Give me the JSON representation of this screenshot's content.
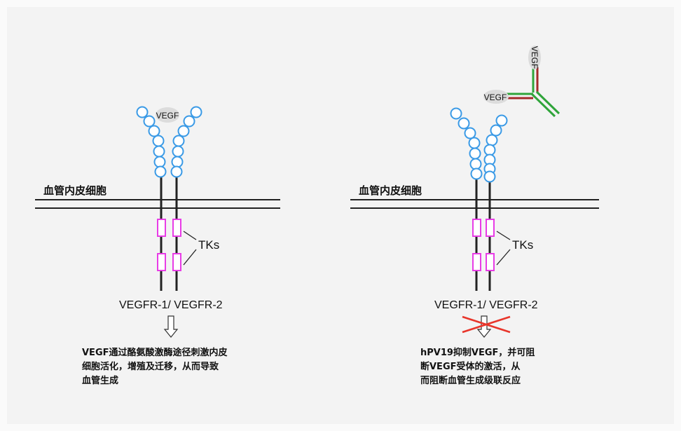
{
  "panels": [
    {
      "id": "left",
      "ligand_label": "VEGF",
      "membrane_label": "血管内皮细胞",
      "tks_label": "TKs",
      "receptor_label": "VEGFR-1/ VEGFR-2",
      "caption_lines": [
        "VEGF通过酪氨酸激酶途径刺激内皮",
        "细胞活化，增殖及迁移，从而导致",
        "血管生成"
      ],
      "blocked": false
    },
    {
      "id": "right",
      "antibody_labels": [
        "VEGF",
        "VEGF"
      ],
      "membrane_label": "血管内皮细胞",
      "tks_label": "TKs",
      "receptor_label": "VEGFR-1/ VEGFR-2",
      "caption_lines": [
        "hPV19抑制VEGF，并可阻",
        "断VEGF受体的激活，从",
        "而阻断血管生成级联反应"
      ],
      "blocked": true
    }
  ],
  "colors": {
    "domain_circle": "#3a9ae6",
    "tk_box": "#e83ce6",
    "antibody_heavy": "#2fa43a",
    "antibody_light": "#a32a2a",
    "block_cross": "#e8352a",
    "ligand_ellipse": "#dcdcdc"
  }
}
